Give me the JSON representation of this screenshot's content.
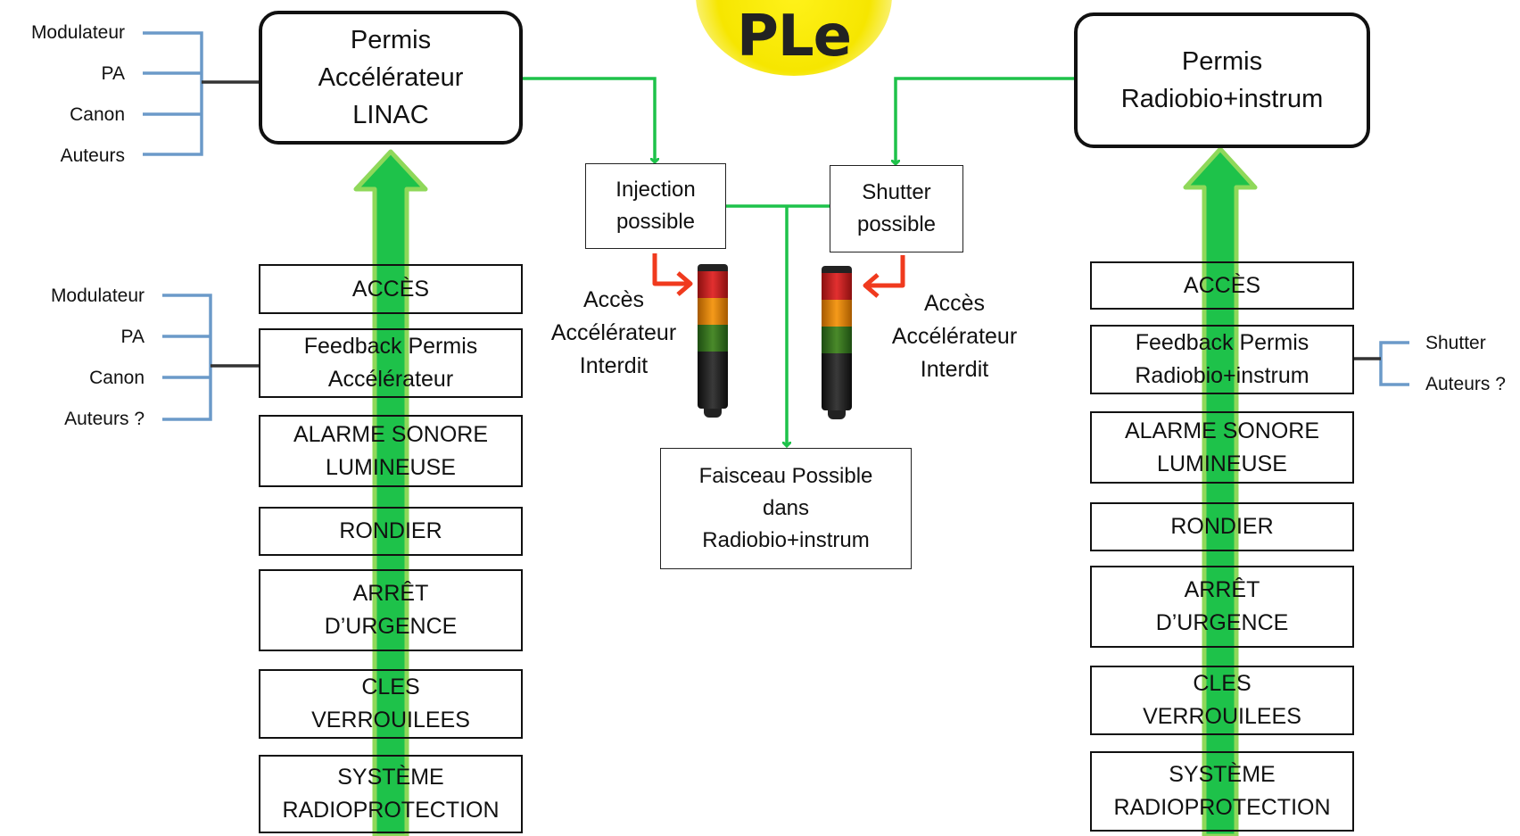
{
  "badge": {
    "text": "PLe",
    "color": "#f6e600"
  },
  "colors": {
    "green_arrow": "#1ec24a",
    "green_outline": "#8fd85a",
    "bracket": "#6b9ac9",
    "red_arrow": "#f03a1e"
  },
  "left": {
    "permit": "Permis\nAccélérateur\nLINAC",
    "permit_inputs": [
      "Modulateur",
      "PA",
      "Canon",
      "Auteurs"
    ],
    "feedback_inputs": [
      "Modulateur",
      "PA",
      "Canon",
      "Auteurs ?"
    ],
    "chain": [
      "ACCÈS",
      "Feedback Permis\nAccélérateur",
      "ALARME SONORE\nLUMINEUSE",
      "RONDIER",
      "ARRÊT\nD’URGENCE",
      "CLES\nVERROUILEES",
      "SYSTÈME\nRADIOPROTECTION"
    ]
  },
  "right": {
    "permit": "Permis\nRadiobio+instrum",
    "feedback_inputs": [
      "Shutter",
      "Auteurs ?"
    ],
    "chain": [
      "ACCÈS",
      "Feedback Permis\nRadiobio+instrum",
      "ALARME SONORE\nLUMINEUSE",
      "RONDIER",
      "ARRÊT\nD’URGENCE",
      "CLES\nVERROUILEES",
      "SYSTÈME\nRADIOPROTECTION"
    ]
  },
  "center": {
    "injection": "Injection\npossible",
    "shutter": "Shutter\npossible",
    "faisceau": "Faisceau Possible\ndans\nRadiobio+instrum",
    "access_left": "Accès\nAccélérateur\nInterdit",
    "access_right": "Accès\nAccélérateur\nInterdit"
  }
}
